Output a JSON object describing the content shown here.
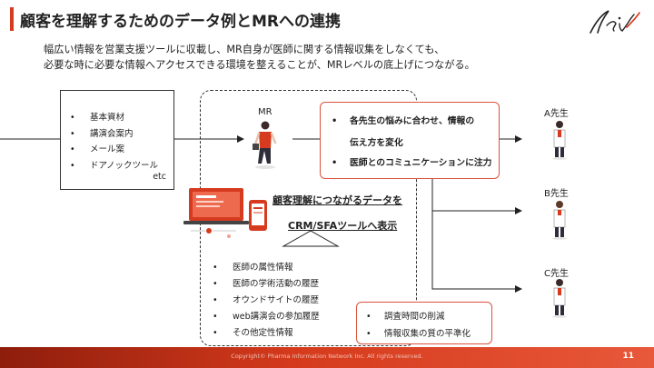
{
  "title": "顧客を理解するためのデータ例とMRへの連携",
  "lead": {
    "line1": "幅広い情報を営業支援ツールに収載し、MR自身が医師に関する情報収集をしなくても、",
    "line2": "必要な時に必要な情報へアクセスできる環境を整えることが、MRレベルの底上げにつながる。"
  },
  "materials": {
    "items": [
      "基本資材",
      "講演会案内",
      "メール案",
      "ドアノックツール"
    ],
    "etc": "etc"
  },
  "mr_label": "MR",
  "actions": {
    "item1_line1": "各先生の悩みに合わせ、情報の",
    "item1_line2": "伝え方を変化",
    "item2": "医師とのコミュニケーションに注力"
  },
  "data_title": "顧客理解につながるデータを",
  "crm_label": "CRM/SFAツールへ表示",
  "data_items": [
    "医師の属性情報",
    "医師の学術活動の履歴",
    "オウンドサイトの履歴",
    "web講演会の参加履歴",
    "その他定性情報"
  ],
  "benefits": [
    "調査時間の削減",
    "情報収集の質の平準化"
  ],
  "doctors": [
    "A先生",
    "B先生",
    "C先生"
  ],
  "footer": {
    "copyright": "Copyright© Pharma Information Network Inc. All rights reserved.",
    "page": "11"
  },
  "colors": {
    "accent": "#d63a1f",
    "footer_dark": "#8e1d0c",
    "footer_light": "#e8583a"
  },
  "icons": [
    "mr-person-icon",
    "laptop-phone-icon",
    "doctor-icon",
    "brand-logo-icon"
  ]
}
